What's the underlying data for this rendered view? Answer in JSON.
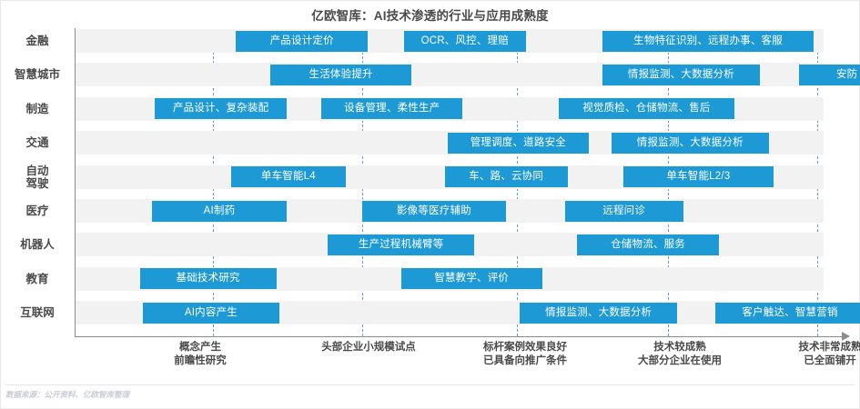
{
  "title": "亿欧智库：AI技术渗透的行业与应用成熟度",
  "source_note": "数据来源：公开资料、亿欧智库整理",
  "colors": {
    "bar": "#1d9ad6",
    "band": "#f2f2f2",
    "gridline": "#3b93c9",
    "axis": "#8c8c8c",
    "text": "#4a4a4a",
    "bar_text": "#ffffff",
    "source_text": "#c9ccd4"
  },
  "chart_data": {
    "type": "bar",
    "title": "亿欧智库：AI技术渗透的行业与应用成熟度",
    "xlabel": "",
    "ylabel": "",
    "orientation": "horizontal",
    "grid": true,
    "legend": "none",
    "xlim": [
      0,
      5
    ],
    "x_stage_labels": [
      "概念产生\n前瞻性研究",
      "头部企业小规模试点",
      "标杆案例效果良好\n已具备向推广条件",
      "技术较成熟\n大部分企业在使用",
      "技术非常成熟\n已全面铺开"
    ],
    "gridline_x": [
      0.96,
      1.95,
      2.98,
      3.99,
      4.98
    ],
    "categories": [
      "金融",
      "智慧城市",
      "制造",
      "交通",
      "自动\n驾驶",
      "医疗",
      "机器人",
      "教育",
      "互联网"
    ],
    "rows": [
      {
        "category": "金融",
        "bars": [
          {
            "label": "产品设计定价",
            "start": 1.11,
            "end": 1.99
          },
          {
            "label": "OCR、风控、理赔",
            "start": 2.23,
            "end": 3.04
          },
          {
            "label": "生物特征识别、远程办事、客服",
            "start": 3.55,
            "end": 4.96
          }
        ]
      },
      {
        "category": "智慧城市",
        "bars": [
          {
            "label": "生活体验提升",
            "start": 1.34,
            "end": 2.28
          },
          {
            "label": "情报监测、大数据分析",
            "start": 3.55,
            "end": 4.6
          },
          {
            "label": "安防",
            "start": 4.86,
            "end": 5.5
          }
        ]
      },
      {
        "category": "制造",
        "bars": [
          {
            "label": "产品设计、复杂装配",
            "start": 0.57,
            "end": 1.45
          },
          {
            "label": "设备管理、柔性生产",
            "start": 1.68,
            "end": 2.62
          },
          {
            "label": "视觉质检、仓储物流、售后",
            "start": 3.26,
            "end": 4.43
          }
        ]
      },
      {
        "category": "交通",
        "bars": [
          {
            "label": "管理调度、道路安全",
            "start": 2.52,
            "end": 3.46
          },
          {
            "label": "情报监测、大数据分析",
            "start": 3.61,
            "end": 4.66
          }
        ]
      },
      {
        "category": "自动\n驾驶",
        "bars": [
          {
            "label": "单车智能L4",
            "start": 1.08,
            "end": 1.84
          },
          {
            "label": "车、路、云协同",
            "start": 2.5,
            "end": 3.32
          },
          {
            "label": "单车智能L2/3",
            "start": 3.69,
            "end": 4.69
          }
        ]
      },
      {
        "category": "医疗",
        "bars": [
          {
            "label": "AI制药",
            "start": 0.55,
            "end": 1.45
          },
          {
            "label": "影像等医疗辅助",
            "start": 1.95,
            "end": 2.91
          },
          {
            "label": "远程问诊",
            "start": 3.3,
            "end": 4.09
          }
        ]
      },
      {
        "category": "机器人",
        "bars": [
          {
            "label": "生产过程机械臂等",
            "start": 1.72,
            "end": 2.7
          },
          {
            "label": "仓储物流、服务",
            "start": 3.38,
            "end": 4.33
          }
        ]
      },
      {
        "category": "教育",
        "bars": [
          {
            "label": "基础技术研究",
            "start": 0.47,
            "end": 1.38
          },
          {
            "label": "智慧教学、评价",
            "start": 2.21,
            "end": 3.15
          }
        ]
      },
      {
        "category": "互联网",
        "bars": [
          {
            "label": "AI内容产生",
            "start": 0.49,
            "end": 1.4
          },
          {
            "label": "情报监测、大数据分析",
            "start": 3.0,
            "end": 4.05
          },
          {
            "label": "客户触达、智慧营销",
            "start": 4.3,
            "end": 5.3
          }
        ]
      }
    ]
  }
}
